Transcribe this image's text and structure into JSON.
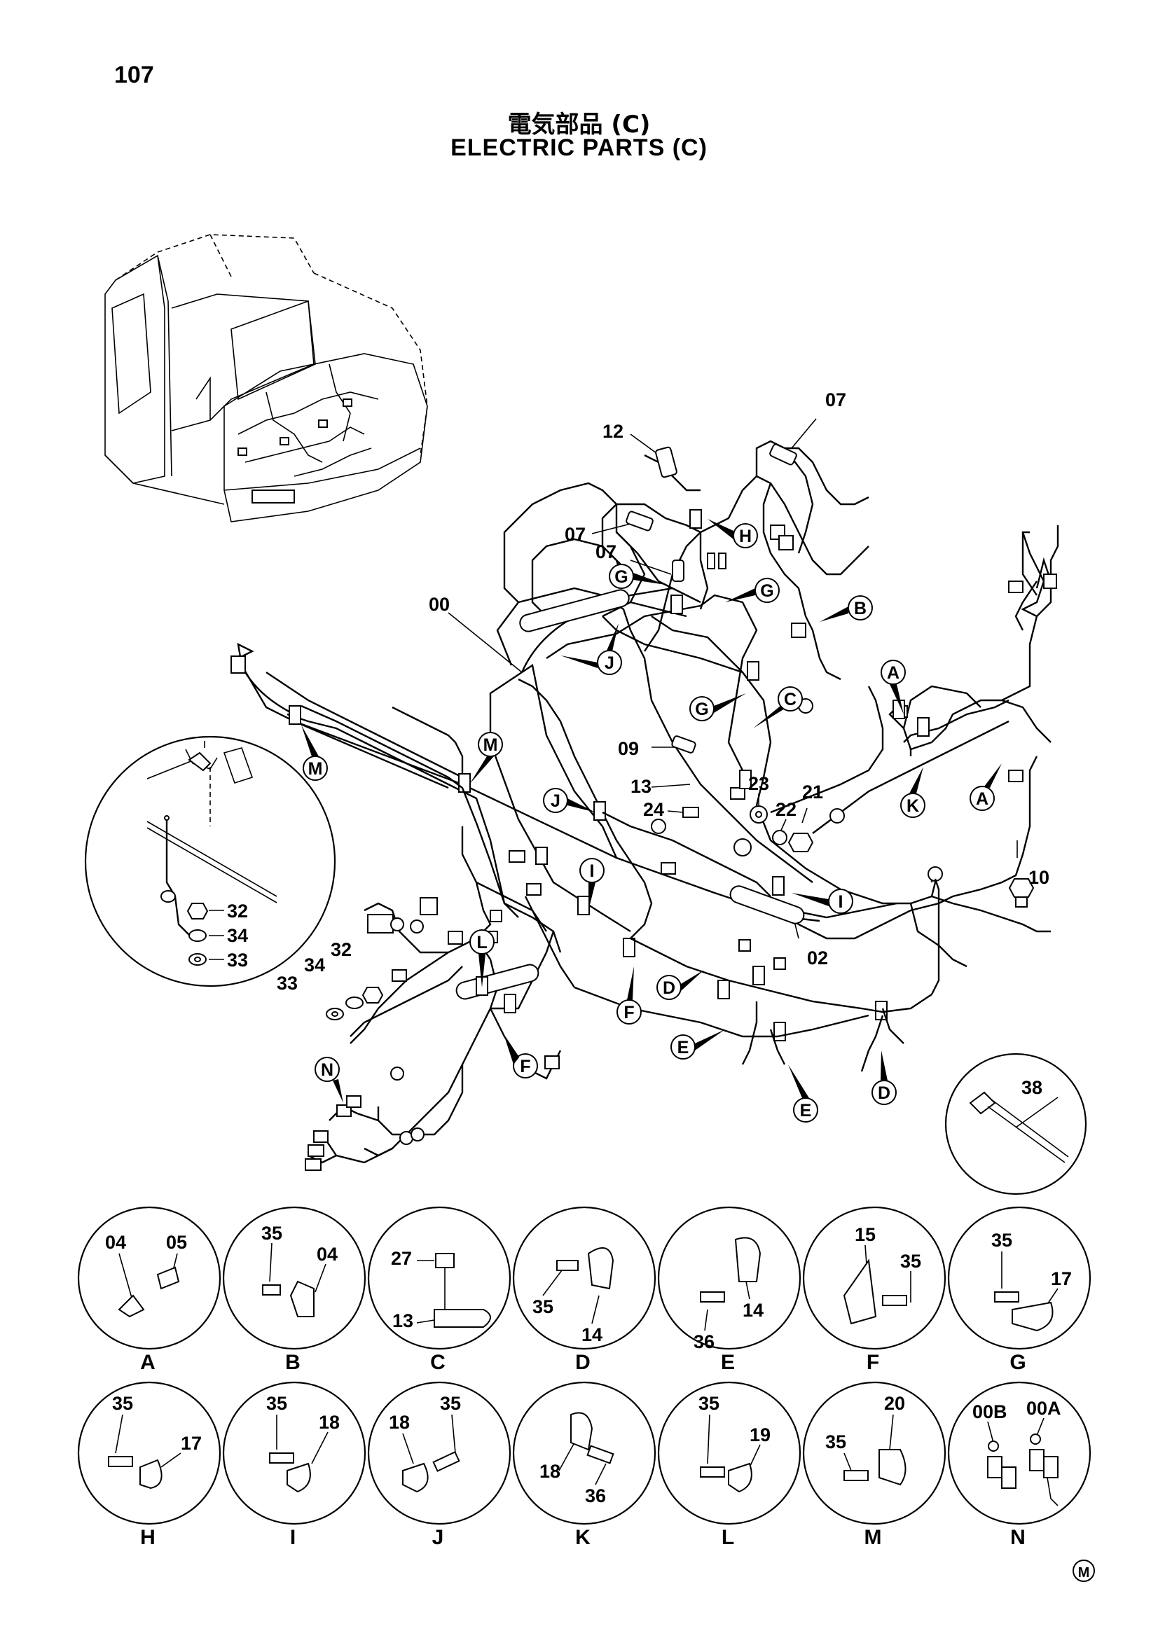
{
  "page": {
    "number": "107",
    "title_jp": "電気部品  (C)",
    "title_en": "ELECTRIC  PARTS  (C)",
    "footer_mark": "M"
  },
  "callouts": {
    "c07a": "07",
    "c12": "12",
    "c07b": "07",
    "c07c": "07",
    "c00": "00",
    "c09": "09",
    "c13": "13",
    "c24": "24",
    "c23": "23",
    "c22": "22",
    "c21": "21",
    "c10": "10",
    "c02": "02",
    "c32a": "32",
    "c34a": "34",
    "c33a": "33",
    "c32b": "32",
    "c34b": "34",
    "c33b": "33",
    "c38": "38"
  },
  "view_letters": {
    "H": "H",
    "G1": "G",
    "G2": "G",
    "B": "B",
    "J1": "J",
    "A1": "A",
    "G3": "G",
    "C": "C",
    "M1": "M",
    "M2": "M",
    "J2": "J",
    "K": "K",
    "A2": "A",
    "I1": "I",
    "I2": "I",
    "L": "L",
    "D1": "D",
    "F1": "F",
    "F2": "F",
    "E1": "E",
    "E2": "E",
    "D2": "D",
    "N": "N"
  },
  "details": [
    {
      "letter": "A",
      "labels": [
        "04",
        "05"
      ]
    },
    {
      "letter": "B",
      "labels": [
        "35",
        "04"
      ]
    },
    {
      "letter": "C",
      "labels": [
        "27",
        "13"
      ]
    },
    {
      "letter": "D",
      "labels": [
        "35",
        "14"
      ]
    },
    {
      "letter": "E",
      "labels": [
        "36",
        "14"
      ]
    },
    {
      "letter": "F",
      "labels": [
        "15",
        "35"
      ]
    },
    {
      "letter": "G",
      "labels": [
        "35",
        "17"
      ]
    },
    {
      "letter": "H",
      "labels": [
        "35",
        "17"
      ]
    },
    {
      "letter": "I",
      "labels": [
        "35",
        "18"
      ]
    },
    {
      "letter": "J",
      "labels": [
        "18",
        "35"
      ]
    },
    {
      "letter": "K",
      "labels": [
        "18",
        "36"
      ]
    },
    {
      "letter": "L",
      "labels": [
        "35",
        "19"
      ]
    },
    {
      "letter": "M",
      "labels": [
        "35",
        "20"
      ]
    },
    {
      "letter": "N",
      "labels": [
        "00B",
        "00A"
      ]
    }
  ]
}
